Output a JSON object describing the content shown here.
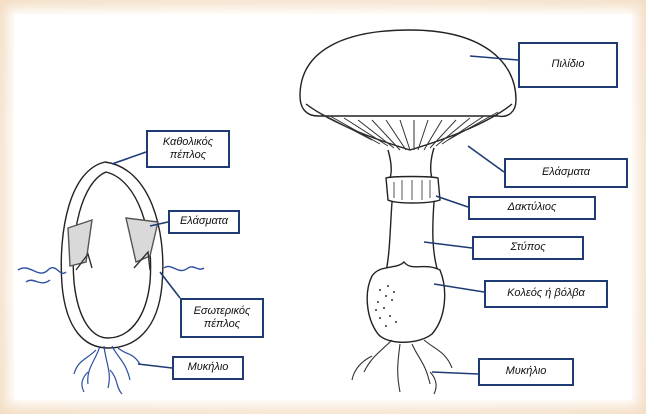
{
  "diagram": {
    "labels": {
      "universal_veil": "Καθολικός πέπλος",
      "gills_left": "Ελάσματα",
      "inner_veil": "Εσωτερικός πέπλος",
      "mycelium_left": "Μυκήλιο",
      "cap": "Πιλίδιο",
      "gills_right": "Ελάσματα",
      "ring": "Δακτύλιος",
      "stem": "Στύπος",
      "volva": "Κολεός ή βόλβα",
      "mycelium_right": "Μυκήλιο"
    },
    "colors": {
      "label_border": "#1f3b73",
      "pointer_line": "#1f3b73",
      "gill_fill": "#d9d9d9",
      "background": "#f6e6d2"
    }
  }
}
